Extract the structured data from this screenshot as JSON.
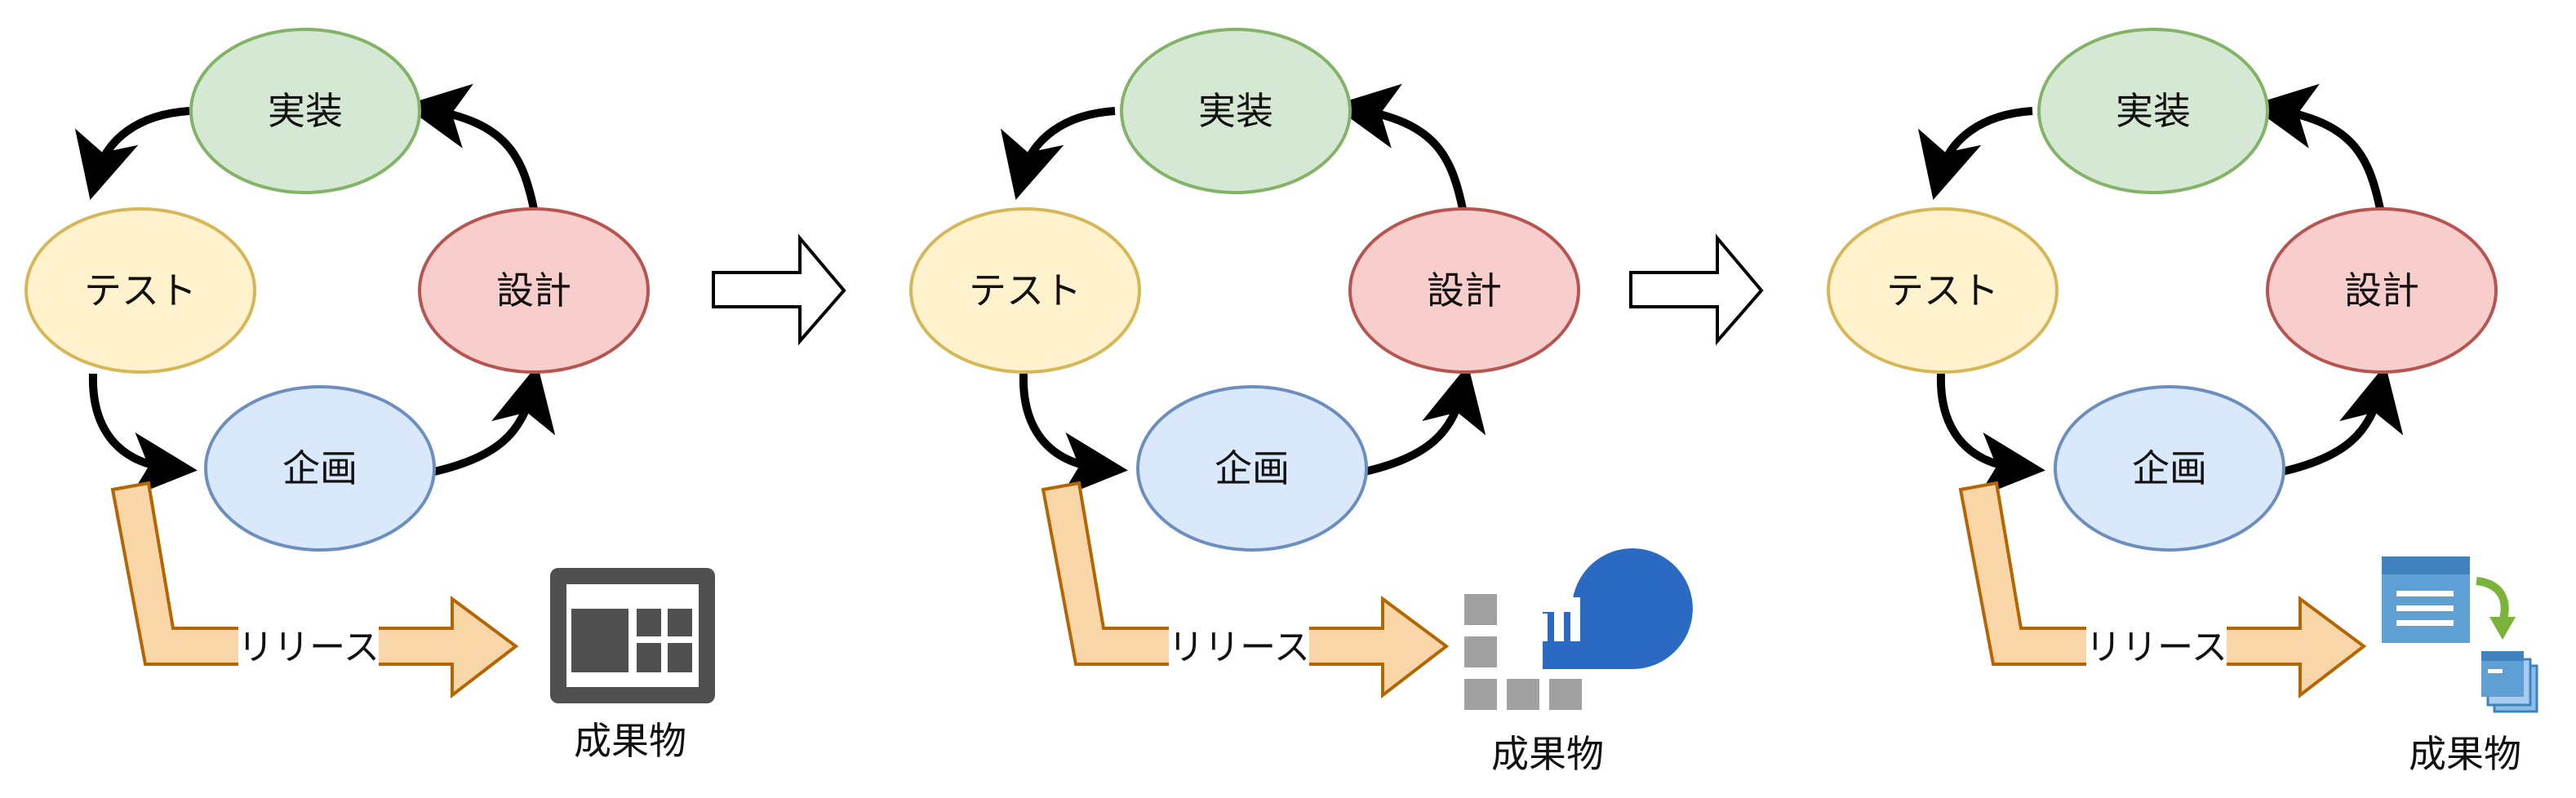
{
  "colors": {
    "impl_fill": "#d5e8d4",
    "impl_stroke": "#82b366",
    "test_fill": "#fff2cc",
    "test_stroke": "#d6b656",
    "design_fill": "#f8cecc",
    "design_stroke": "#b85450",
    "plan_fill": "#dae8fc",
    "plan_stroke": "#6c8ebf",
    "release_fill": "#f8d6a8",
    "release_stroke": "#b46504"
  },
  "panels": [
    {
      "nodes": {
        "implement": "実装",
        "test": "テスト",
        "design": "設計",
        "plan": "企画"
      },
      "release_label": "リリース",
      "product_label": "成果物",
      "product_icon": "dashboard-layout-icon"
    },
    {
      "nodes": {
        "implement": "実装",
        "test": "テスト",
        "design": "設計",
        "plan": "企画"
      },
      "release_label": "リリース",
      "product_label": "成果物",
      "product_icon": "analytics-chart-icon"
    },
    {
      "nodes": {
        "implement": "実装",
        "test": "テスト",
        "design": "設計",
        "plan": "企画"
      },
      "release_label": "リリース",
      "product_label": "成果物",
      "product_icon": "document-copy-icon"
    }
  ]
}
